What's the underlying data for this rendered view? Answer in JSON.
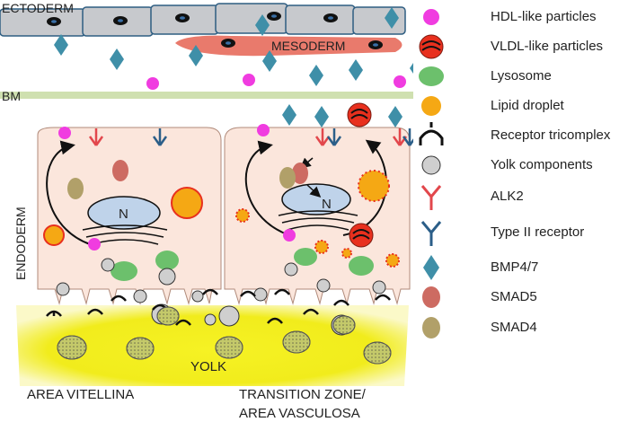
{
  "labels": {
    "ectoderm": "ECTODERM",
    "mesoderm": "MESODERM",
    "bm": "BM",
    "endoderm": "ENDODERM",
    "nucleus": "N",
    "yolk": "YOLK",
    "area_vitellina": "AREA VITELLINA",
    "transition_zone_line1": "TRANSITION ZONE/",
    "transition_zone_line2": "AREA VASCULOSA"
  },
  "legend": [
    {
      "label": "HDL-like particles",
      "icon": "hdl-particle-icon"
    },
    {
      "label": "VLDL-like particles",
      "icon": "vldl-particle-icon"
    },
    {
      "label": "Lysosome",
      "icon": "lysosome-icon"
    },
    {
      "label": "Lipid droplet",
      "icon": "lipid-droplet-icon"
    },
    {
      "label": "Receptor tricomplex",
      "icon": "receptor-tricomplex-icon"
    },
    {
      "label": "Yolk components",
      "icon": "yolk-component-icon"
    },
    {
      "label": "ALK2",
      "icon": "alk2-receptor-icon"
    },
    {
      "label": "Type II receptor",
      "icon": "type-ii-receptor-icon"
    },
    {
      "label": "BMP4/7",
      "icon": "bmp-diamond-icon"
    },
    {
      "label": "SMAD5",
      "icon": "smad5-icon"
    },
    {
      "label": "SMAD4",
      "icon": "smad4-icon"
    }
  ],
  "colors": {
    "hdl": "#f03ce0",
    "vldl": "#e8301e",
    "lysosome": "#6cc06c",
    "lipid": "#f5a814",
    "bmp": "#3f8fa8",
    "smad5": "#cd6b62",
    "smad4": "#b1a069",
    "alk2": "#e2474c",
    "type2": "#2b5e88",
    "ectoderm": "#c7c9cd",
    "mesoderm": "#e97a6c",
    "bm": "#cfe0b0",
    "cell": "#fbe6dc",
    "nucleus": "#bfd3ea",
    "yolk": "#f3ee1a"
  }
}
